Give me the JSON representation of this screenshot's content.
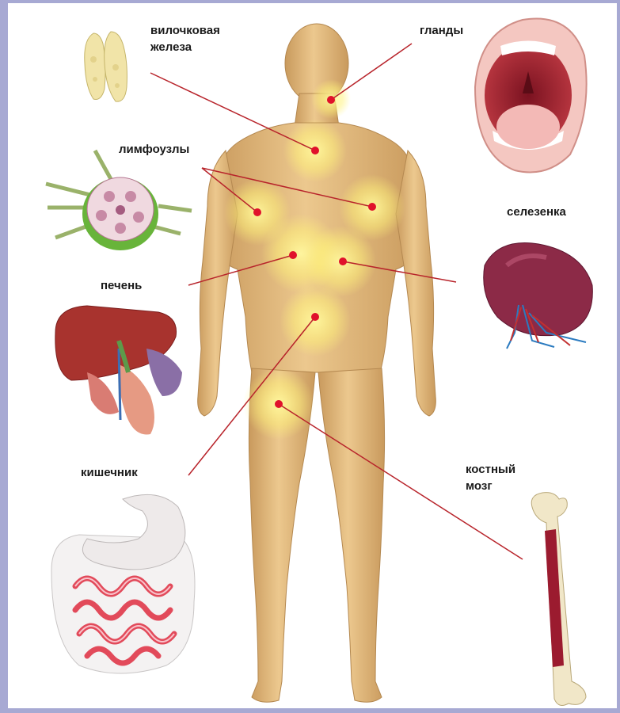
{
  "labels": {
    "thymus": "вилочковая железа",
    "glands": "гланды",
    "lymph_nodes": "лимфоузлы",
    "spleen": "селезенка",
    "liver": "печень",
    "intestine": "кишечник",
    "bone_marrow_line1": "костный",
    "bone_marrow_line2": "мозг"
  },
  "colors": {
    "skin": "#e2b97d",
    "skin_shadow": "#c99a5d",
    "glow": "#fff27a",
    "marker": "#e0112b",
    "leader_line": "#b8242b",
    "frame": "#a7a9d3"
  },
  "icons": [
    "thymus-icon",
    "mouth-tonsils-icon",
    "lymph-node-icon",
    "spleen-icon",
    "liver-icon",
    "intestine-icon",
    "femur-bone-icon"
  ]
}
